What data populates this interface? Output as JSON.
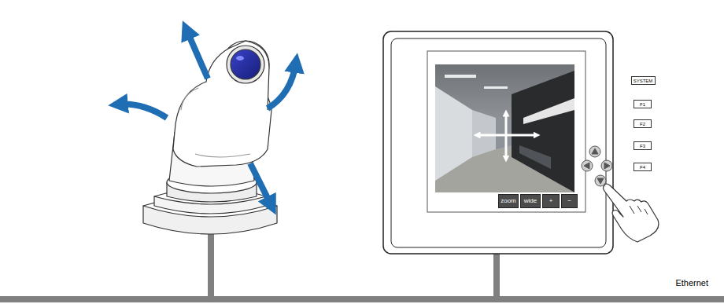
{
  "diagram": {
    "nodes": [
      {
        "text": [
          "SYSTEM"
        ]
      },
      {
        "text": [
          "F1"
        ]
      },
      {
        "text": [
          "F2"
        ]
      },
      {
        "text": [
          "F3"
        ]
      },
      {
        "text": [
          "F4"
        ]
      },
      {
        "text": [
          "zoom"
        ]
      },
      {
        "text": [
          "wide"
        ]
      },
      {
        "text": [
          "+"
        ]
      },
      {
        "text": [
          "−"
        ]
      }
    ],
    "labels": [
      "Ethernet"
    ]
  }
}
